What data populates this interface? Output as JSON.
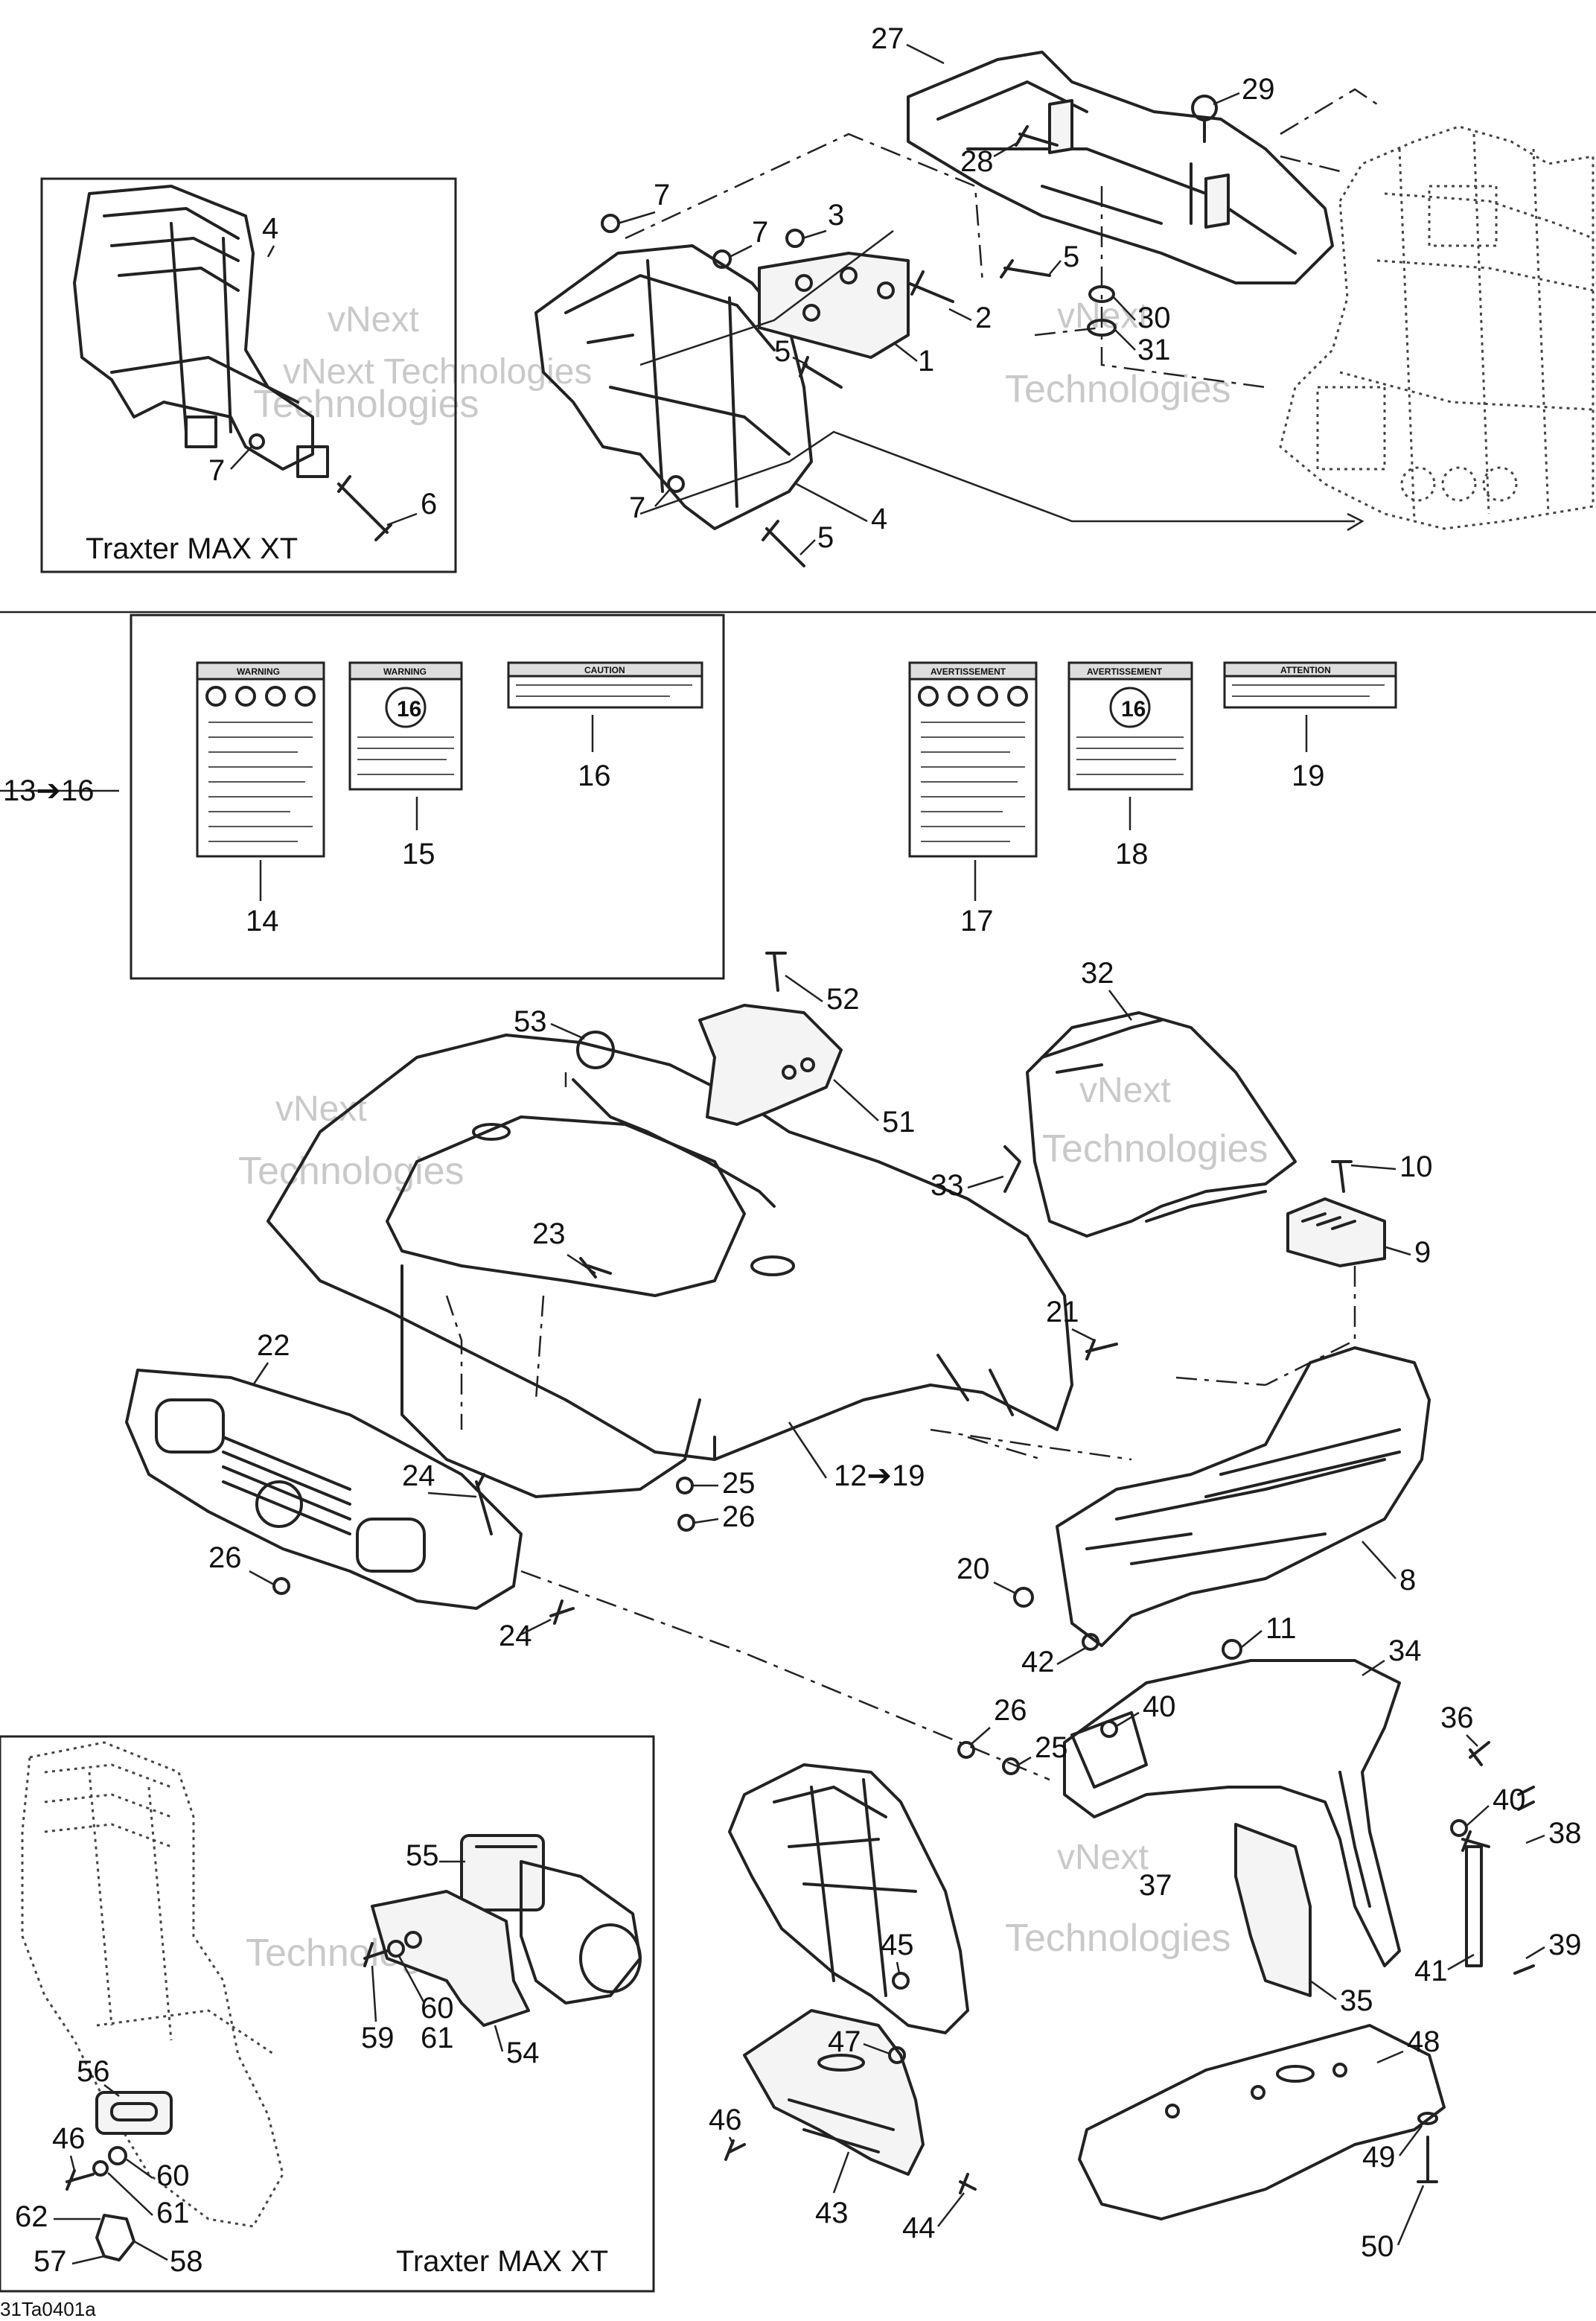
{
  "diagram": {
    "drawing_code": "31Ta0401a",
    "watermark": [
      "vNext Technologies",
      "vNext",
      "Technologies"
    ],
    "boxes": {
      "top_left": "Traxter MAX XT",
      "bottom_left": "Traxter MAX XT"
    },
    "group_refs": {
      "labels_group": "13➔16",
      "body_group": "12➔19"
    },
    "safety_labels": [
      {
        "num": "14",
        "header": "WARNING"
      },
      {
        "num": "15",
        "header": "WARNING",
        "badge": "16"
      },
      {
        "num": "16",
        "header": "CAUTION"
      },
      {
        "num": "17",
        "header": "AVERTISSEMENT"
      },
      {
        "num": "18",
        "header": "AVERTISSEMENT",
        "badge": "16"
      },
      {
        "num": "19",
        "header": "ATTENTION"
      }
    ],
    "callouts": [
      "1",
      "2",
      "3",
      "4",
      "4",
      "5",
      "5",
      "5",
      "6",
      "7",
      "7",
      "7",
      "7",
      "7",
      "8",
      "9",
      "10",
      "11",
      "20",
      "21",
      "22",
      "23",
      "24",
      "24",
      "25",
      "25",
      "26",
      "26",
      "26",
      "27",
      "28",
      "29",
      "30",
      "31",
      "32",
      "33",
      "34",
      "35",
      "36",
      "37",
      "38",
      "39",
      "40",
      "40",
      "41",
      "42",
      "43",
      "44",
      "45",
      "46",
      "46",
      "47",
      "48",
      "49",
      "50",
      "51",
      "52",
      "53",
      "54",
      "55",
      "56",
      "57",
      "58",
      "59",
      "60",
      "60",
      "61",
      "61",
      "62"
    ]
  }
}
